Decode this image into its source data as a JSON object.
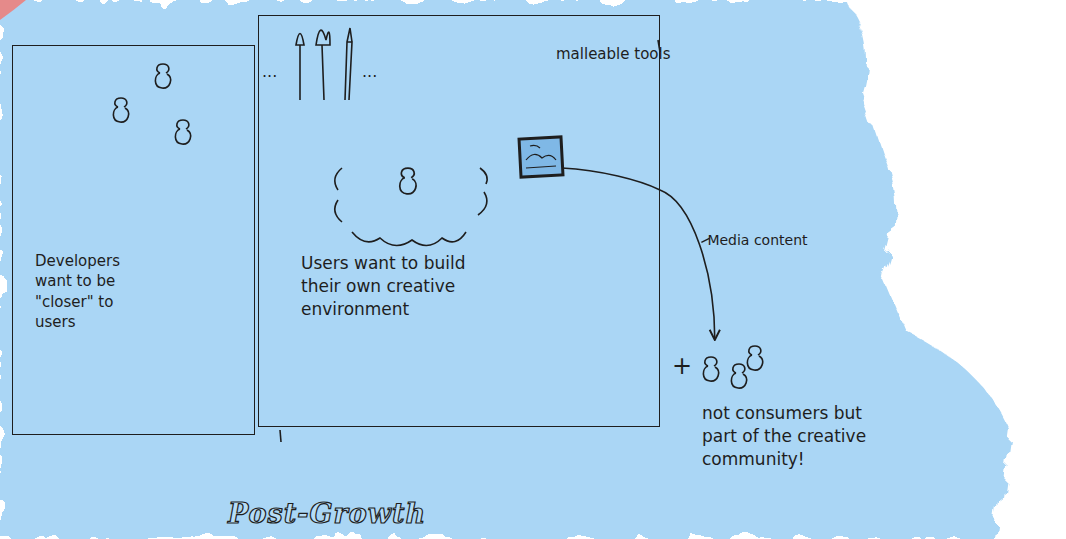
{
  "diagram": {
    "title": "Post-Growth",
    "nodes": [
      {
        "text": [
          "Developers want to be \"closer\" to users"
        ]
      },
      {
        "text": [
          "malleable tools",
          "Users want to build their own creative environment"
        ]
      },
      {
        "text": [
          "not consumers but part of the creative community!"
        ]
      }
    ],
    "edges": [
      {
        "from": 1,
        "to": 2,
        "arrow": "to",
        "label": "Media content"
      }
    ],
    "labels": [
      "...",
      "...",
      "+"
    ]
  }
}
